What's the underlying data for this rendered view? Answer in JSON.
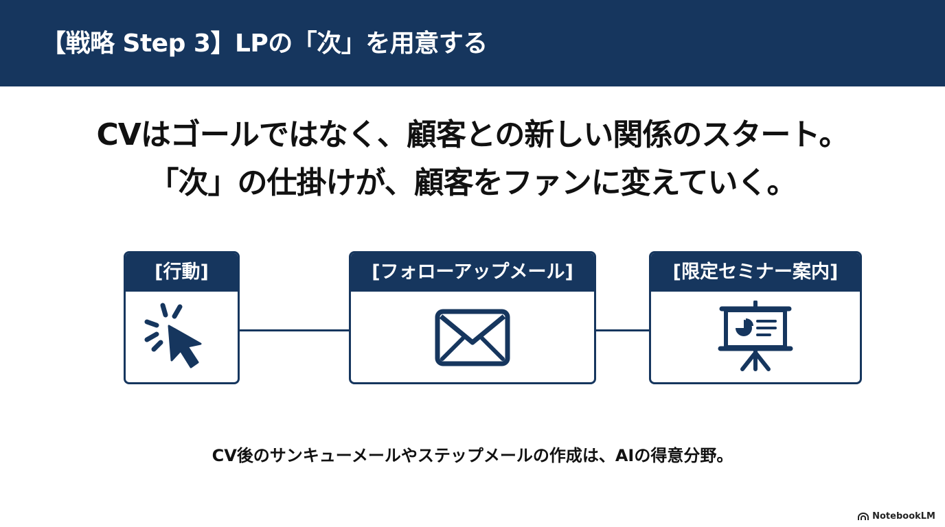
{
  "header": {
    "title": "【戦略 Step 3】LPの「次」を用意する"
  },
  "headline": {
    "line1": "CVはゴールではなく、顧客との新しい関係のスタート。",
    "line2": "「次」の仕掛けが、顧客をファンに変えていく。"
  },
  "flow": [
    {
      "label": "[行動]",
      "icon": "cursor-click-icon"
    },
    {
      "label": "[フォローアップメール]",
      "icon": "envelope-icon"
    },
    {
      "label": "[限定セミナー案内]",
      "icon": "presentation-board-icon"
    }
  ],
  "footer": {
    "note": "CV後のサンキューメールやステップメールの作成は、AIの得意分野。"
  },
  "brand": {
    "name": "NotebookLM"
  },
  "colors": {
    "primary_navy": "#16365e",
    "text": "#111111",
    "background": "#ffffff"
  }
}
